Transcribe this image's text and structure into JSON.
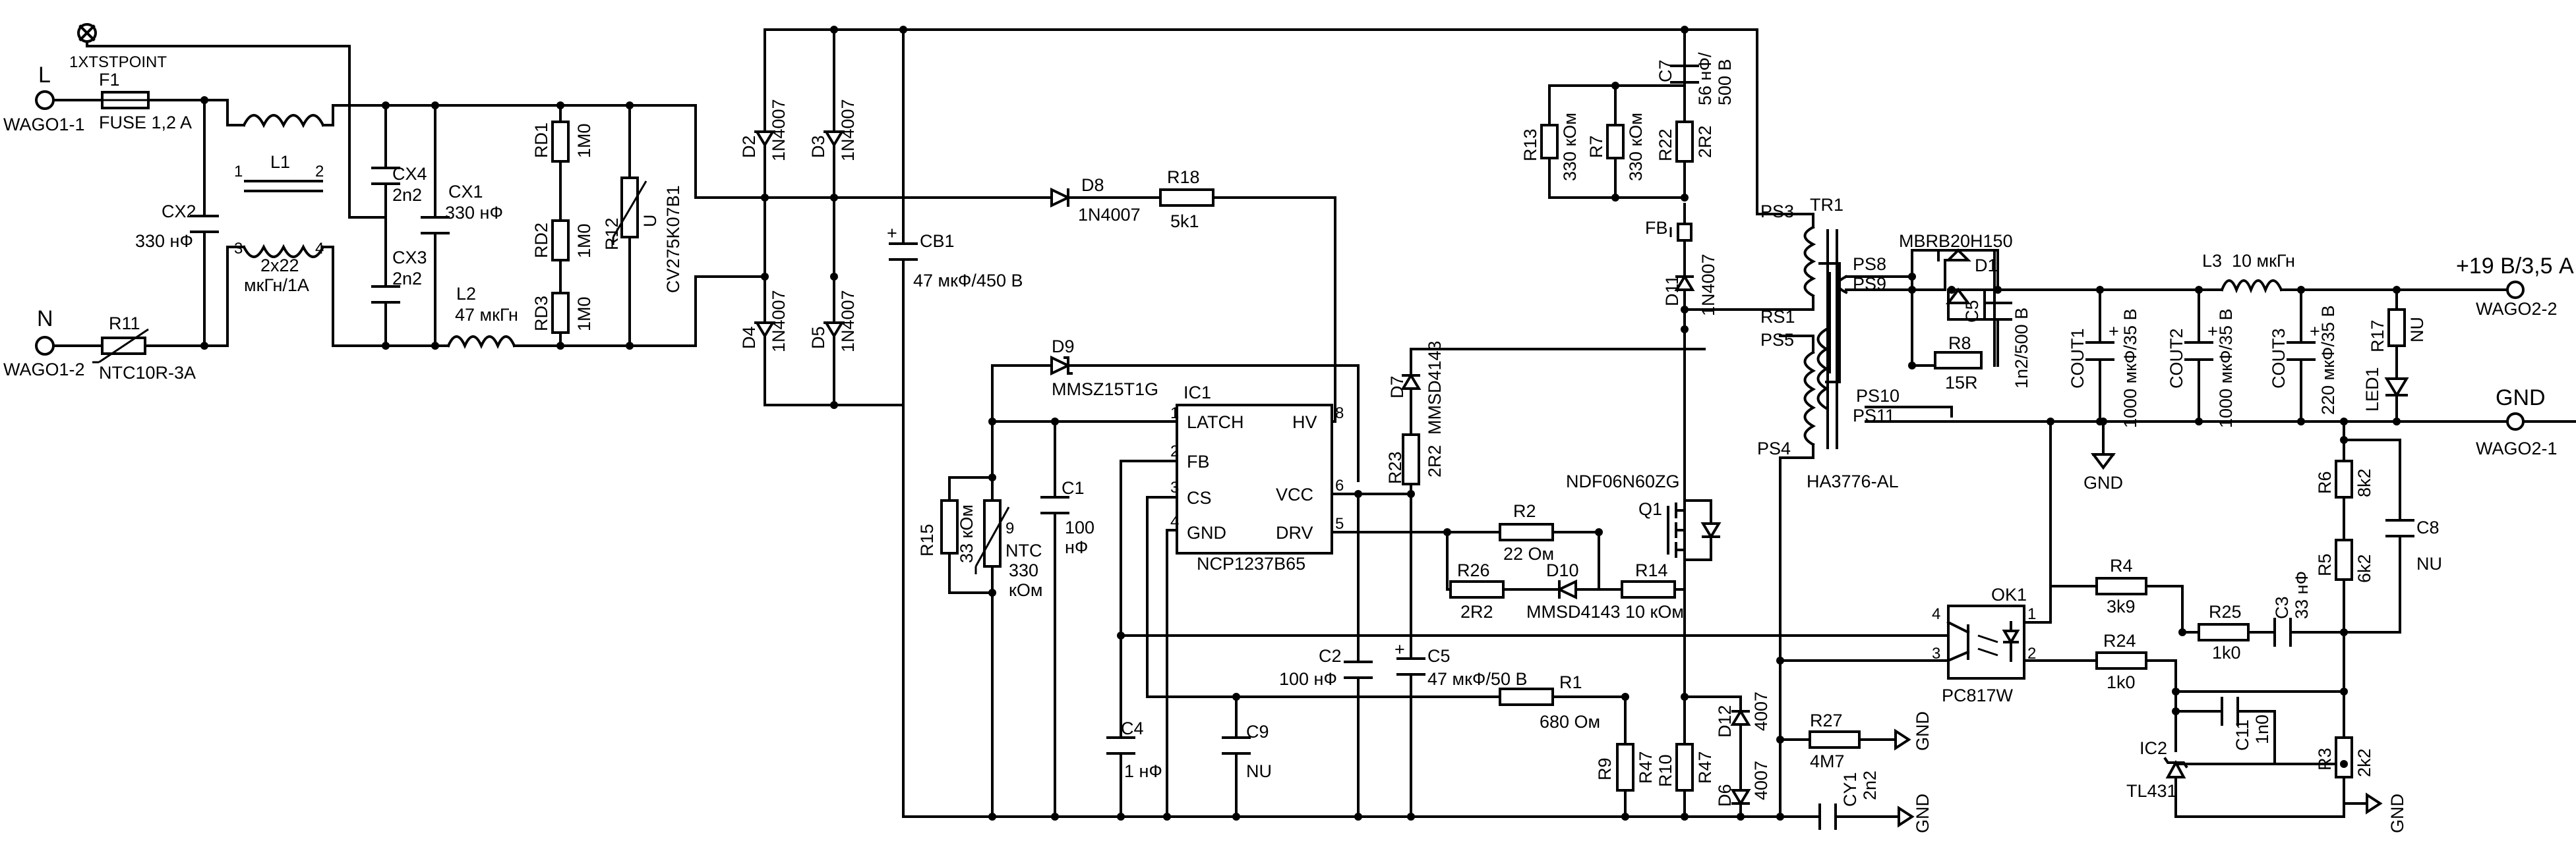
{
  "title": "",
  "labels": {
    "tp": "1XTSTPOINT",
    "L": "L",
    "N": "N",
    "wago1_1": "WAGO1-1",
    "wago1_2": "WAGO1-2",
    "wago2_2": "WAGO2-2",
    "wago2_1": "WAGO2-1",
    "out_pos": "+19 В/3,5 А",
    "out_gnd": "GND",
    "F1": "F1",
    "F1v": "FUSE 1,2 A",
    "R11": "R11",
    "R11v": "NTC10R-3A",
    "CX2": "CX2",
    "CX2v": "330 нФ",
    "L1": "L1",
    "L1v1": "2x22",
    "L1v2": "мкГн/1А",
    "L1p1": "1",
    "L1p2": "2",
    "L1p3": "3",
    "L1p4": "4",
    "CX4": "CX4",
    "CX4v": "2n2",
    "CX3": "CX3",
    "CX3v": "2n2",
    "CX1": "CX1",
    "CX1v": "330 нФ",
    "L2": "L2",
    "L2v": "47 мкГн",
    "RD1": "RD1",
    "RD1v": "1M0",
    "RD2": "RD2",
    "RD2v": "1M0",
    "RD3": "RD3",
    "RD3v": "1M0",
    "R12": "R12",
    "R12u": "U",
    "R12v": "CV275K07B1",
    "D2": "D2",
    "D3": "D3",
    "D4": "D4",
    "D5": "D5",
    "dv": "1N4007",
    "CB1": "CB1",
    "CB1v": "47 мкФ/450 В",
    "D8": "D8",
    "D8v": "1N4007",
    "R18": "R18",
    "R18v": "5k1",
    "D9": "D9",
    "D9v": "MMSZ15T1G",
    "IC1": "IC1",
    "IC1v": "NCP1237B65",
    "pin_latch": "LATCH",
    "pin_hv": "HV",
    "pin_fb": "FB",
    "pin_cs": "CS",
    "pin_gnd": "GND",
    "pin_vcc": "VCC",
    "pin_drv": "DRV",
    "p1": "1",
    "p2": "2",
    "p3": "3",
    "p4": "4",
    "p5": "5",
    "p6": "6",
    "p8": "8",
    "R15": "R15",
    "R15v": "33 кОм",
    "NTC": "NTC",
    "NTCn": "9",
    "NTCv1": "330",
    "NTCv2": "кОм",
    "C1": "C1",
    "C1v1": "100",
    "C1v2": "нФ",
    "C4": "C4",
    "C4v": "1 нФ",
    "C9": "C9",
    "C9v": "NU",
    "C2": "C2",
    "C2v": "100 нФ",
    "C5a": "C5",
    "C5av": "47 мкФ/50 В",
    "D7": "D7",
    "D7v": "MMSD4143",
    "R23": "R23",
    "R23v": "2R2",
    "R2": "R2",
    "R2v": "22 Ом",
    "R26": "R26",
    "R26v": "2R2",
    "D10": "D10",
    "D10v": "MMSD4143",
    "R14": "R14",
    "R14v": "10 кОм",
    "Q1": "Q1",
    "Q1v": "NDF06N60ZG",
    "R1": "R1",
    "R1v": "680 Ом",
    "R9": "R9",
    "R10": "R10",
    "R47": "R47",
    "D12": "D12",
    "D6": "D6",
    "d4007": "4007",
    "R27": "R27",
    "R27v": "4M7",
    "CY1": "CY1",
    "CY1v": "2n2",
    "GND": "GND",
    "R13": "R13",
    "R13v": "330 кОм",
    "R7": "R7",
    "R7v": "330 кОм",
    "R22": "R22",
    "R22v": "2R2",
    "C7": "C7",
    "C7v1": "56 нФ/",
    "C7v2": "500 В",
    "FB": "FB",
    "D11": "D11",
    "D11v": "1N4007",
    "TR1": "TR1",
    "TR1v": "HA3776-AL",
    "PS3": "PS3",
    "PS4": "PS4",
    "PS5": "PS5",
    "RS1": "RS1",
    "PS8": "PS8",
    "PS9": "PS9",
    "PS10": "PS10",
    "PS11": "PS11",
    "D1": "D1",
    "D1v": "MBRB20H150",
    "C5b": "C5",
    "C5bv": "1n2/500 В",
    "R8": "R8",
    "R8v": "15R",
    "L3": "L3",
    "L3v": "10 мкГн",
    "COUT1": "COUT1",
    "COUT1v": "1000 мкФ/35 В",
    "COUT2": "COUT2",
    "COUT2v": "1000 мкФ/35 В",
    "COUT3": "COUT3",
    "COUT3v": "220 мкФ/35 В",
    "R17": "R17",
    "R17v": "NU",
    "LED1": "LED1",
    "R6": "R6",
    "R6v": "8k2",
    "C8": "C8",
    "C8v": "NU",
    "R5": "R5",
    "R5v": "6k2",
    "OK1": "OK1",
    "OK1v": "PC817W",
    "R4": "R4",
    "R4v": "3k9",
    "R25": "R25",
    "R25v": "1k0",
    "C3": "C3",
    "C3v": "33 нФ",
    "R24": "R24",
    "R24v": "1k0",
    "C11": "C11",
    "C11v": "1n0",
    "IC2": "IC2",
    "IC2v": "TL431",
    "R3": "R3",
    "R3v": "2k2",
    "plus": "+"
  }
}
